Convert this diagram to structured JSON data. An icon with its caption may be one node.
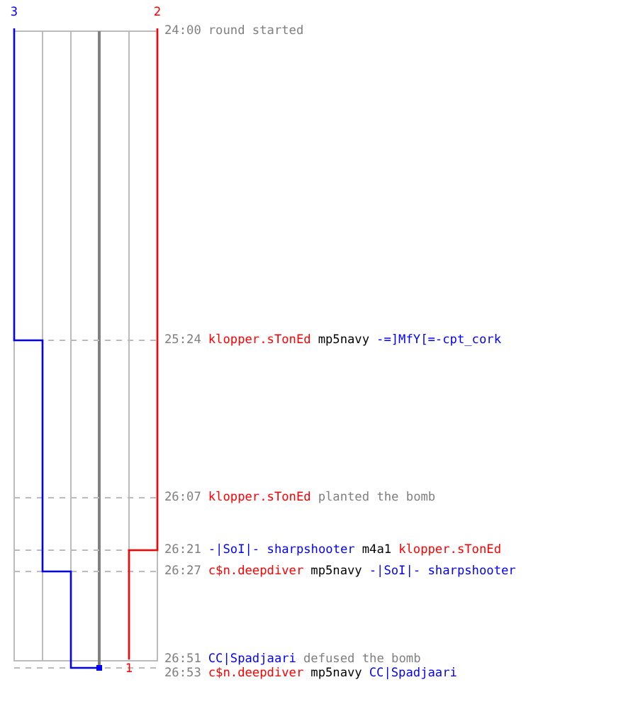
{
  "diagram": {
    "labels": [
      "3",
      "2",
      "24:00",
      "round started",
      "25:24",
      "klopper.sTonEd",
      "mp5navy",
      "-=]MfY[=-cpt_cork",
      "26:07",
      "klopper.sTonEd",
      "planted the bomb",
      "26:21",
      "-|SoI|- sharpshooter",
      "m4a1",
      "klopper.sTonEd",
      "26:27",
      "c$n.deepdiver",
      "mp5navy",
      "-|SoI|- sharpshooter",
      "26:51",
      "CC|Spadjaari",
      "defused the bomb",
      "26:53",
      "c$n.deepdiver",
      "mp5navy",
      "CC|Spadjaari",
      "1"
    ]
  }
}
